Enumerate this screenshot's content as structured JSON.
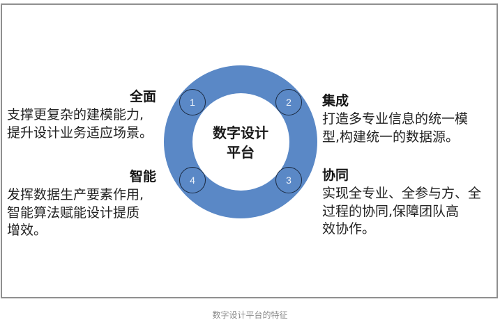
{
  "diagram": {
    "center_title": [
      "数字设计",
      "平台"
    ],
    "ring_color": "#5a88c6",
    "badges": [
      "1",
      "2",
      "3",
      "4"
    ],
    "features": [
      {
        "number": "1",
        "position": "top-left",
        "title": "全面",
        "lines": [
          "支撑更复杂的建模能力,",
          "提升设计业务适应场景。"
        ]
      },
      {
        "number": "2",
        "position": "top-right",
        "title": "集成",
        "lines": [
          "打造多专业信息的统一模",
          "型,构建统一的数据源。"
        ]
      },
      {
        "number": "3",
        "position": "bottom-right",
        "title": "协同",
        "lines": [
          "实现全专业、全参与方、全",
          "过程的协同,保障团队高",
          "效协作。"
        ]
      },
      {
        "number": "4",
        "position": "bottom-left",
        "title": "智能",
        "lines": [
          "发挥数据生产要素作用,",
          "智能算法赋能设计提质",
          "增效。"
        ]
      }
    ]
  },
  "caption": "数字设计平台的特征"
}
